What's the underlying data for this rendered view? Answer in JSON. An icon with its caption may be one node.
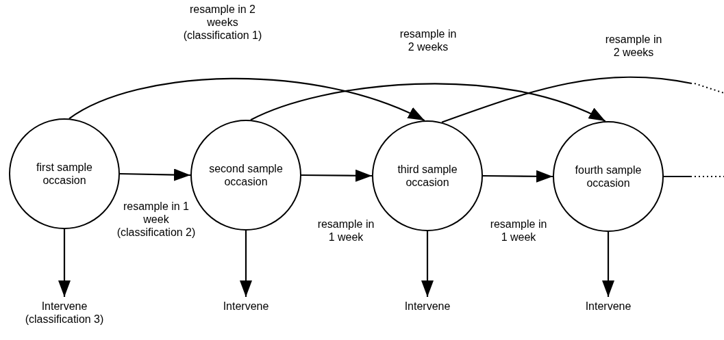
{
  "diagram": {
    "nodes": [
      {
        "text": [
          "first sample occasion"
        ]
      },
      {
        "text": [
          "second sample occasion"
        ]
      },
      {
        "text": [
          "third sample occasion"
        ]
      },
      {
        "text": [
          "fourth sample occasion"
        ]
      },
      {
        "text": [
          "Intervene (classification 3)"
        ]
      },
      {
        "text": [
          "Intervene"
        ]
      },
      {
        "text": [
          "Intervene"
        ]
      },
      {
        "text": [
          "Intervene"
        ]
      }
    ],
    "edges": [
      {
        "from": 0,
        "to": 1,
        "arrow": "to",
        "label": "resample in 1 week (classification 2)"
      },
      {
        "from": 1,
        "to": 2,
        "arrow": "to",
        "label": "resample in 1 week"
      },
      {
        "from": 2,
        "to": 3,
        "arrow": "to",
        "label": "resample in 1 week"
      },
      {
        "from": 3,
        "to": null,
        "arrow": "none"
      },
      {
        "from": 0,
        "to": 2,
        "arrow": "to",
        "label": "resample in 2 weeks (classification 1)"
      },
      {
        "from": 1,
        "to": 3,
        "arrow": "to",
        "label": "resample in 2 weeks"
      },
      {
        "from": 2,
        "to": null,
        "arrow": "none",
        "label": "resample in 2 weeks"
      },
      {
        "from": 0,
        "to": 4,
        "arrow": "to"
      },
      {
        "from": 1,
        "to": 5,
        "arrow": "to"
      },
      {
        "from": 2,
        "to": 6,
        "arrow": "to"
      },
      {
        "from": 3,
        "to": 7,
        "arrow": "to"
      }
    ]
  }
}
